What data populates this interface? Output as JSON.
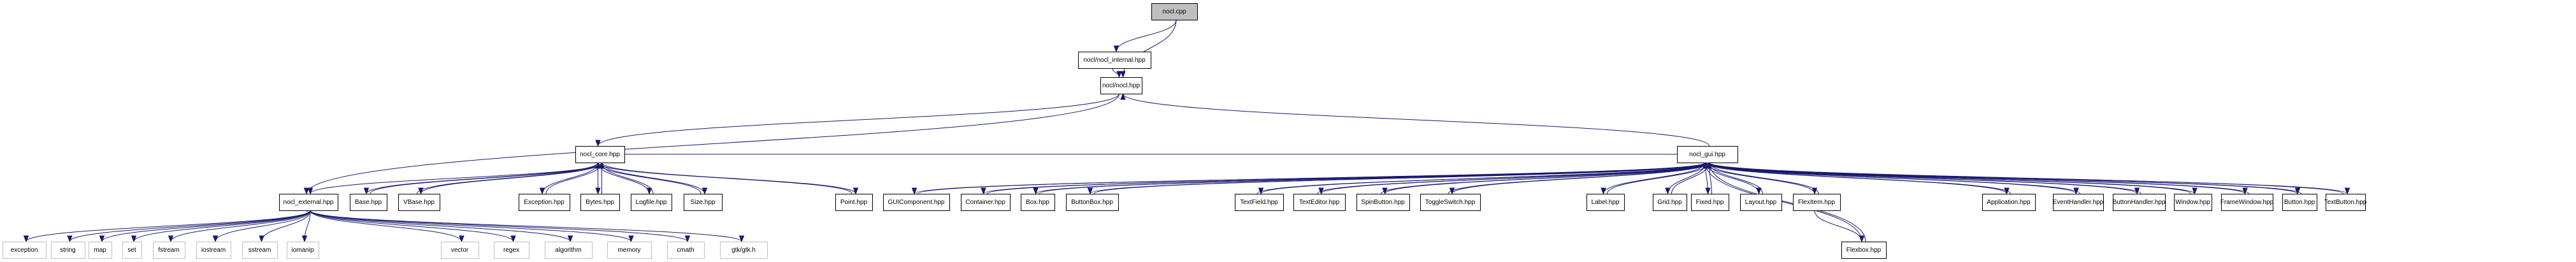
{
  "title": "nocl.cpp include dependency graph",
  "colors": {
    "edge": "#191970",
    "root_fill": "#bfbfbf",
    "external_border": "#bfbfbf"
  },
  "nodes": [
    {
      "id": "nocl_cpp",
      "label": "nocl.cpp",
      "kind": "root"
    },
    {
      "id": "nocl_internal",
      "label": "nocl/nocl_internal.hpp",
      "kind": "file"
    },
    {
      "id": "nocl_hpp",
      "label": "nocl/nocl.hpp",
      "kind": "file"
    },
    {
      "id": "nocl_core",
      "label": "nocl_core.hpp",
      "kind": "file"
    },
    {
      "id": "nocl_gui",
      "label": "nocl_gui.hpp",
      "kind": "file"
    },
    {
      "id": "nocl_external",
      "label": "nocl_external.hpp",
      "kind": "file"
    },
    {
      "id": "base",
      "label": "Base.hpp",
      "kind": "file"
    },
    {
      "id": "vbase",
      "label": "VBase.hpp",
      "kind": "file"
    },
    {
      "id": "exception_hpp",
      "label": "Exception.hpp",
      "kind": "file"
    },
    {
      "id": "bytes",
      "label": "Bytes.hpp",
      "kind": "file"
    },
    {
      "id": "logfile",
      "label": "Logfile.hpp",
      "kind": "file"
    },
    {
      "id": "size",
      "label": "Size.hpp",
      "kind": "file"
    },
    {
      "id": "point",
      "label": "Point.hpp",
      "kind": "file"
    },
    {
      "id": "guicomponent",
      "label": "GUIComponent.hpp",
      "kind": "file"
    },
    {
      "id": "container",
      "label": "Container.hpp",
      "kind": "file"
    },
    {
      "id": "box",
      "label": "Box.hpp",
      "kind": "file"
    },
    {
      "id": "buttonbox",
      "label": "ButtonBox.hpp",
      "kind": "file"
    },
    {
      "id": "textfield",
      "label": "TextField.hpp",
      "kind": "file"
    },
    {
      "id": "texteditor",
      "label": "TextEditor.hpp",
      "kind": "file"
    },
    {
      "id": "spinbutton",
      "label": "SpinButton.hpp",
      "kind": "file"
    },
    {
      "id": "toggleswitch",
      "label": "ToggleSwitch.hpp",
      "kind": "file"
    },
    {
      "id": "label",
      "label": "Label.hpp",
      "kind": "file"
    },
    {
      "id": "grid",
      "label": "Grid.hpp",
      "kind": "file"
    },
    {
      "id": "fixed",
      "label": "Fixed.hpp",
      "kind": "file"
    },
    {
      "id": "layout",
      "label": "Layout.hpp",
      "kind": "file"
    },
    {
      "id": "flexitem",
      "label": "FlexItem.hpp",
      "kind": "file"
    },
    {
      "id": "flexbox",
      "label": "Flexbox.hpp",
      "kind": "file"
    },
    {
      "id": "application",
      "label": "Application.hpp",
      "kind": "file"
    },
    {
      "id": "eventhandler",
      "label": "EventHandler.hpp",
      "kind": "file"
    },
    {
      "id": "buttonhandler",
      "label": "ButtonHandler.hpp",
      "kind": "file"
    },
    {
      "id": "window",
      "label": "Window.hpp",
      "kind": "file"
    },
    {
      "id": "framewindow",
      "label": "FrameWindow.hpp",
      "kind": "file"
    },
    {
      "id": "button",
      "label": "Button.hpp",
      "kind": "file"
    },
    {
      "id": "textbutton",
      "label": "TextButton.hpp",
      "kind": "file"
    },
    {
      "id": "std_exception",
      "label": "exception",
      "kind": "external"
    },
    {
      "id": "std_string",
      "label": "string",
      "kind": "external"
    },
    {
      "id": "std_map",
      "label": "map",
      "kind": "external"
    },
    {
      "id": "std_set",
      "label": "set",
      "kind": "external"
    },
    {
      "id": "std_fstream",
      "label": "fstream",
      "kind": "external"
    },
    {
      "id": "std_iostream",
      "label": "iostream",
      "kind": "external"
    },
    {
      "id": "std_sstream",
      "label": "sstream",
      "kind": "external"
    },
    {
      "id": "std_iomanip",
      "label": "iomanip",
      "kind": "external"
    },
    {
      "id": "std_vector",
      "label": "vector",
      "kind": "external"
    },
    {
      "id": "std_regex",
      "label": "regex",
      "kind": "external"
    },
    {
      "id": "std_algorithm",
      "label": "algorithm",
      "kind": "external"
    },
    {
      "id": "std_memory",
      "label": "memory",
      "kind": "external"
    },
    {
      "id": "std_cmath",
      "label": "cmath",
      "kind": "external"
    },
    {
      "id": "gtk_h",
      "label": "gtk/gtk.h",
      "kind": "external"
    }
  ],
  "edges": [
    [
      "nocl_cpp",
      "nocl_internal"
    ],
    [
      "nocl_cpp",
      "nocl_hpp"
    ],
    [
      "nocl_internal",
      "nocl_hpp"
    ],
    [
      "nocl_hpp",
      "nocl_core"
    ],
    [
      "nocl_hpp",
      "nocl_external"
    ],
    [
      "nocl_gui",
      "nocl_hpp"
    ],
    [
      "nocl_core",
      "nocl_external"
    ],
    [
      "base",
      "nocl_core"
    ],
    [
      "nocl_core",
      "base"
    ],
    [
      "vbase",
      "nocl_core"
    ],
    [
      "nocl_core",
      "vbase"
    ],
    [
      "exception_hpp",
      "nocl_core"
    ],
    [
      "nocl_core",
      "exception_hpp"
    ],
    [
      "bytes",
      "nocl_core"
    ],
    [
      "nocl_core",
      "bytes"
    ],
    [
      "logfile",
      "nocl_core"
    ],
    [
      "nocl_core",
      "logfile"
    ],
    [
      "size",
      "nocl_core"
    ],
    [
      "nocl_core",
      "size"
    ],
    [
      "point",
      "nocl_core"
    ],
    [
      "nocl_core",
      "point"
    ],
    [
      "nocl_gui",
      "nocl_core"
    ],
    [
      "nocl_external",
      "std_exception"
    ],
    [
      "nocl_external",
      "std_string"
    ],
    [
      "nocl_external",
      "std_map"
    ],
    [
      "nocl_external",
      "std_set"
    ],
    [
      "nocl_external",
      "std_fstream"
    ],
    [
      "nocl_external",
      "std_iostream"
    ],
    [
      "nocl_external",
      "std_sstream"
    ],
    [
      "nocl_external",
      "std_iomanip"
    ],
    [
      "nocl_external",
      "std_vector"
    ],
    [
      "nocl_external",
      "std_regex"
    ],
    [
      "nocl_external",
      "std_algorithm"
    ],
    [
      "nocl_external",
      "std_memory"
    ],
    [
      "nocl_external",
      "std_cmath"
    ],
    [
      "nocl_external",
      "gtk_h"
    ],
    [
      "nocl_gui",
      "guicomponent"
    ],
    [
      "guicomponent",
      "nocl_gui"
    ],
    [
      "nocl_gui",
      "container"
    ],
    [
      "container",
      "nocl_gui"
    ],
    [
      "nocl_gui",
      "box"
    ],
    [
      "box",
      "nocl_gui"
    ],
    [
      "nocl_gui",
      "buttonbox"
    ],
    [
      "buttonbox",
      "nocl_gui"
    ],
    [
      "nocl_gui",
      "textfield"
    ],
    [
      "textfield",
      "nocl_gui"
    ],
    [
      "nocl_gui",
      "texteditor"
    ],
    [
      "texteditor",
      "nocl_gui"
    ],
    [
      "nocl_gui",
      "spinbutton"
    ],
    [
      "spinbutton",
      "nocl_gui"
    ],
    [
      "nocl_gui",
      "toggleswitch"
    ],
    [
      "toggleswitch",
      "nocl_gui"
    ],
    [
      "nocl_gui",
      "label"
    ],
    [
      "label",
      "nocl_gui"
    ],
    [
      "nocl_gui",
      "grid"
    ],
    [
      "grid",
      "nocl_gui"
    ],
    [
      "nocl_gui",
      "fixed"
    ],
    [
      "fixed",
      "nocl_gui"
    ],
    [
      "nocl_gui",
      "layout"
    ],
    [
      "layout",
      "nocl_gui"
    ],
    [
      "nocl_gui",
      "flexitem"
    ],
    [
      "flexitem",
      "nocl_gui"
    ],
    [
      "flexitem",
      "flexbox"
    ],
    [
      "nocl_gui",
      "flexbox"
    ],
    [
      "flexbox",
      "nocl_gui"
    ],
    [
      "nocl_gui",
      "application"
    ],
    [
      "application",
      "nocl_gui"
    ],
    [
      "nocl_gui",
      "eventhandler"
    ],
    [
      "eventhandler",
      "nocl_gui"
    ],
    [
      "nocl_gui",
      "buttonhandler"
    ],
    [
      "buttonhandler",
      "nocl_gui"
    ],
    [
      "nocl_gui",
      "window"
    ],
    [
      "window",
      "nocl_gui"
    ],
    [
      "nocl_gui",
      "framewindow"
    ],
    [
      "framewindow",
      "nocl_gui"
    ],
    [
      "nocl_gui",
      "button"
    ],
    [
      "button",
      "nocl_gui"
    ],
    [
      "nocl_gui",
      "textbutton"
    ],
    [
      "textbutton",
      "nocl_gui"
    ]
  ]
}
